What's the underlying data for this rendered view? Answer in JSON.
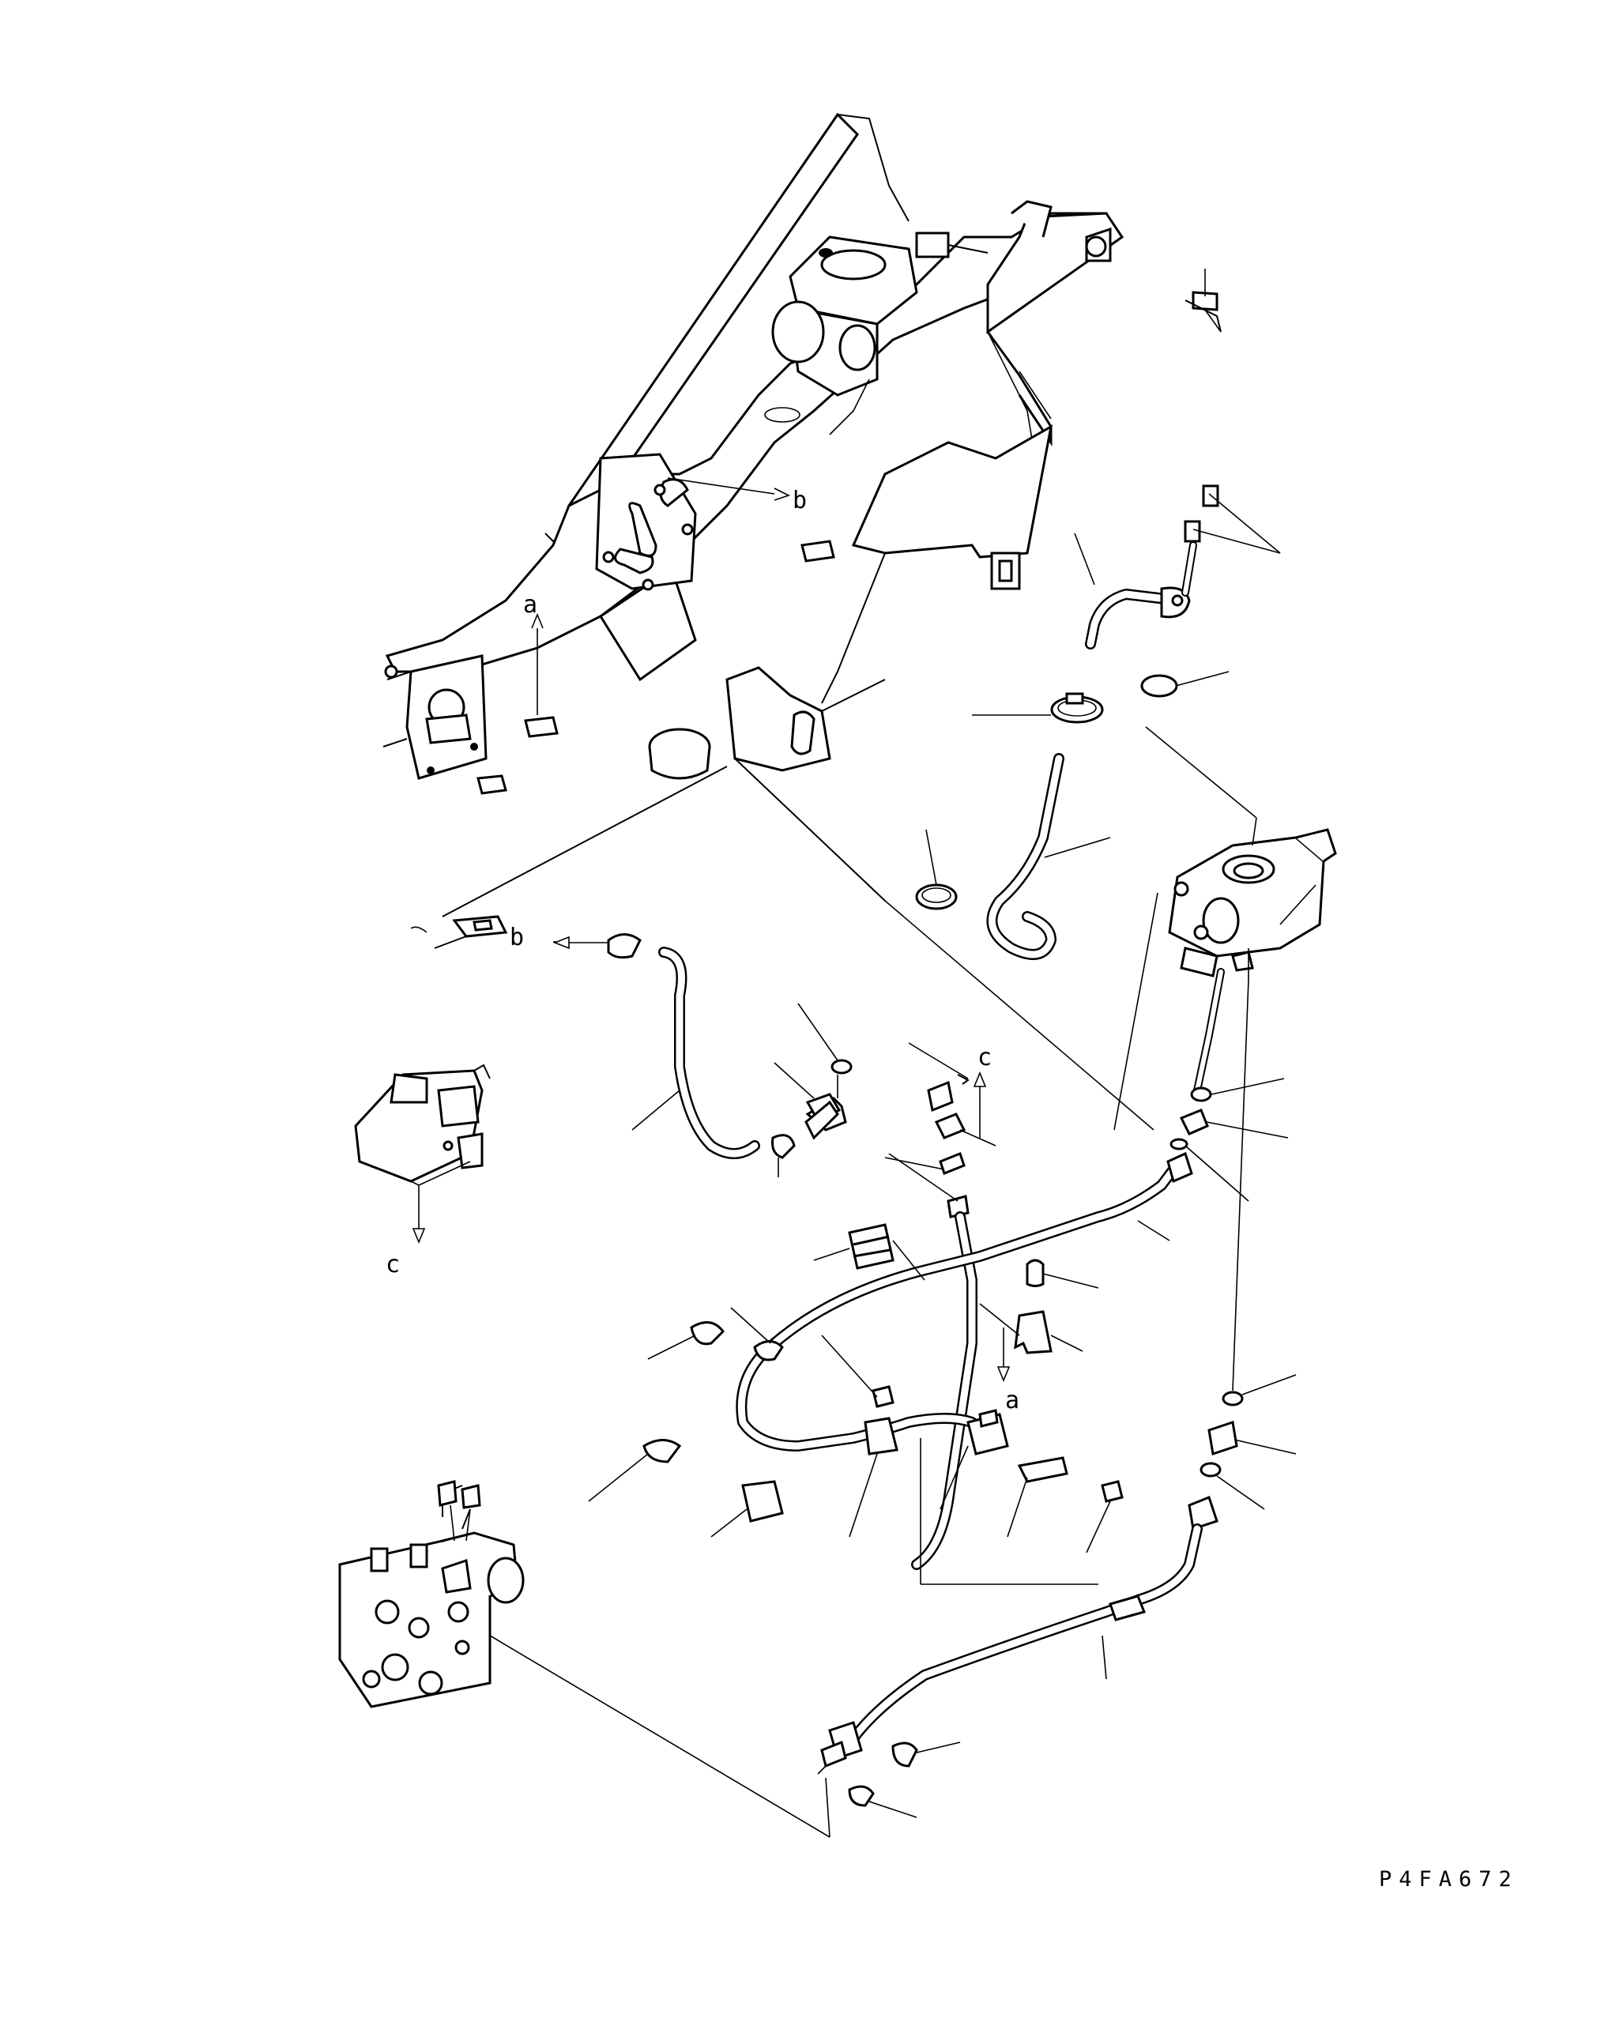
{
  "diagram": {
    "view_labels": {
      "a_top": "a",
      "a_bottom": "a",
      "b_top": "b",
      "b_left": "b",
      "c_top": "c",
      "c_left": "c"
    },
    "drawing_code": "P4FA672"
  }
}
